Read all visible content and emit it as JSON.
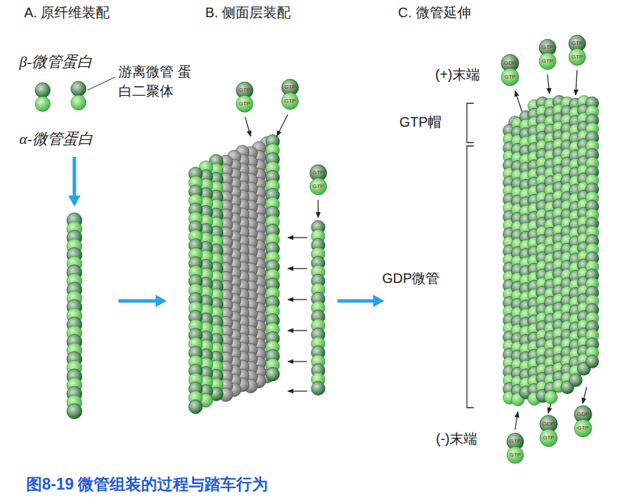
{
  "diagram": {
    "caption": "图8-19 微管组装的过程与踏车行为",
    "nodes": [
      {
        "text": [
          "GTP",
          "GTP"
        ]
      },
      {
        "text": [
          "GTP",
          "GTP"
        ]
      },
      {
        "text": [
          "GTP",
          "GTP"
        ]
      },
      {
        "text": [
          "GDP",
          "GTP"
        ]
      },
      {
        "text": [
          "GTP",
          "GTP"
        ]
      },
      {
        "text": [
          "GTP",
          "GTP"
        ]
      },
      {
        "text": [
          "GTP",
          "GTP"
        ]
      },
      {
        "text": [
          "GDP",
          "GTP"
        ]
      },
      {
        "text": [
          "GDP",
          "GTP"
        ]
      }
    ],
    "labels": [
      "A. 原纤维装配",
      "B. 侧面层装配",
      "C. 微管延伸",
      "β-微管蛋白",
      "游离微管 蛋白二聚体",
      "α-微管蛋白",
      "(+)末端",
      "GTP帽",
      "GDP微管",
      "(-)末端"
    ]
  }
}
